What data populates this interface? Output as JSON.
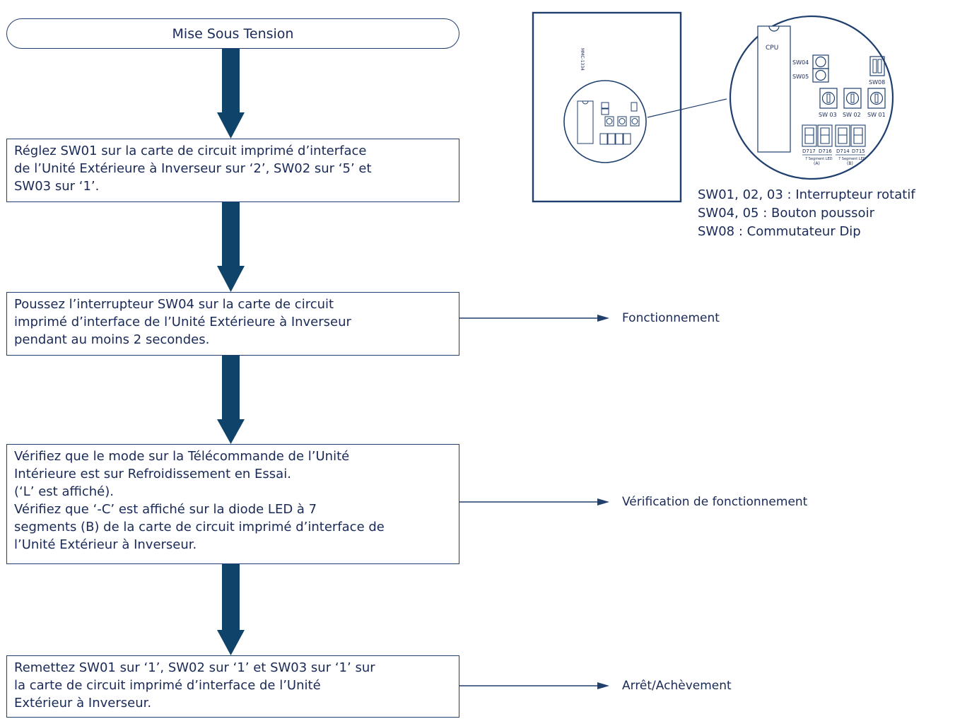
{
  "colors": {
    "arrow": "#0f4369",
    "text": "#1a2a57",
    "line": "#1f3f6e"
  },
  "start": {
    "label": "Mise Sous Tension"
  },
  "steps": [
    {
      "lines": [
        "Réglez SW01 sur la carte de circuit imprimé d’interface",
        "de l’Unité Extérieure à Inverseur sur ‘2’, SW02 sur ‘5’ et",
        "SW03 sur ‘1’."
      ]
    },
    {
      "lines": [
        "Poussez l’interrupteur SW04 sur la carte de circuit",
        "imprimé d’interface de l’Unité Extérieure à Inverseur",
        "pendant au moins 2 secondes."
      ],
      "outcome": "Fonctionnement"
    },
    {
      "lines": [
        "Vérifiez que le mode sur la Télécommande de l’Unité",
        "Intérieure est sur Refroidissement en Essai.",
        "(‘L’ est affiché).",
        "Vérifiez que ‘-C’ est affiché sur la diode LED à 7",
        "segments (B) de la carte de circuit imprimé d’interface de",
        "l’Unité Extérieur à Inverseur."
      ],
      "outcome": "Vérification de fonctionnement"
    },
    {
      "lines": [
        "Remettez SW01 sur ‘1’, SW02 sur ‘1’ et SW03 sur ‘1’ sur",
        "la carte de circuit imprimé d’interface de l’Unité",
        "Extérieur à Inverseur."
      ],
      "outcome": "Arrêt/Achèvement"
    }
  ],
  "board": {
    "model": "MMC-1334",
    "cpu": "CPU",
    "sw04": "SW04",
    "sw05": "SW05",
    "sw08": "SW08",
    "sw03": "SW 03",
    "sw02": "SW 02",
    "sw01": "SW 01",
    "d717": "D717",
    "d716": "D716",
    "d714": "D714",
    "d715": "D715",
    "seg_a": "7 Segment LED",
    "seg_a_sub": "(A)",
    "seg_b": "7 Segment LED",
    "seg_b_sub": "(B)"
  },
  "legend": [
    "SW01, 02, 03 : Interrupteur rotatif",
    "SW04, 05 : Bouton poussoir",
    "SW08 : Commutateur Dip"
  ]
}
